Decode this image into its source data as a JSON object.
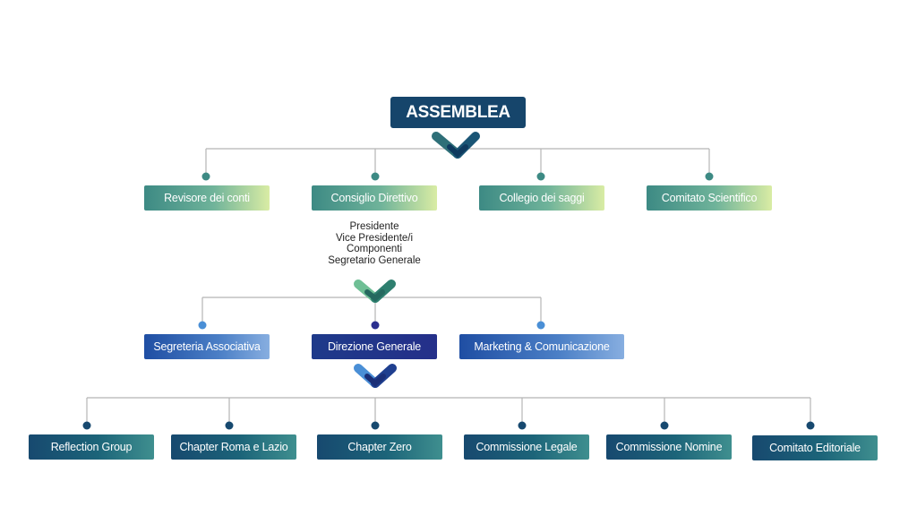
{
  "root": {
    "label": "ASSEMBLEA"
  },
  "level1": [
    {
      "label": "Revisore dei conti"
    },
    {
      "label": "Consiglio Direttivo"
    },
    {
      "label": "Collegio dei saggi"
    },
    {
      "label": "Comitato Scientifico"
    }
  ],
  "consiglio_roles": [
    "Presidente",
    "Vice Presidente/i",
    "Componenti",
    "Segretario Generale"
  ],
  "level2": [
    {
      "label": "Segreteria Associativa"
    },
    {
      "label": "Direzione Generale"
    },
    {
      "label": "Marketing & Comunicazione"
    }
  ],
  "level3": [
    {
      "label": "Reflection Group"
    },
    {
      "label": "Chapter Roma e Lazio"
    },
    {
      "label": "Chapter Zero"
    },
    {
      "label": "Commissione Legale"
    },
    {
      "label": "Commissione Nomine"
    },
    {
      "label": "Comitato Editoriale"
    }
  ],
  "colors": {
    "connector_line": "#b5b5b5",
    "level1_dot": "#3d8a84",
    "level2_dot": "#4a8fd6",
    "level2_mid_dot": "#2b2f8f",
    "level3_dot": "#17496f",
    "chevron_teal": "#2e6f78",
    "chevron_green": "#5aa58a",
    "chevron_blue": "#1f3f8f"
  }
}
